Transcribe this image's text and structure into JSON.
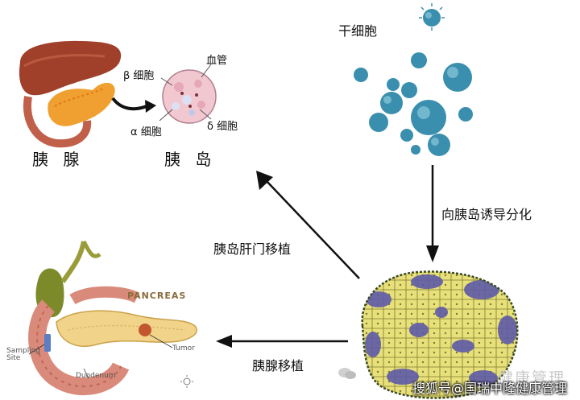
{
  "top_left": {
    "pancreas_label": "胰 腺",
    "islet_label": "胰 岛",
    "beta_cell": "β 细胞",
    "alpha_cell": "α 细胞",
    "delta_cell": "δ 细胞",
    "blood_vessel": "血管"
  },
  "stem_cells": {
    "label": "干细胞"
  },
  "arrows": {
    "down_label": "向胰岛诱导分化",
    "diag_label": "胰岛肝门移植",
    "left_label": "胰腺移植"
  },
  "bottom_left": {
    "title": "PANCREAS",
    "tumor": "Tumor",
    "duodenum": "Duodenum",
    "sampling_site": "Sampling Site"
  },
  "watermark": {
    "text": "健康管理",
    "attribution": "搜狐号@国瑞中隆健康管理"
  },
  "colors": {
    "liver": "#a0402a",
    "pancreas": "#f0a030",
    "stem_cell": "#3a8fae",
    "islet_yellow": "#e8e07a",
    "islet_purple": "#5e5aa8",
    "arrow": "#111111"
  }
}
